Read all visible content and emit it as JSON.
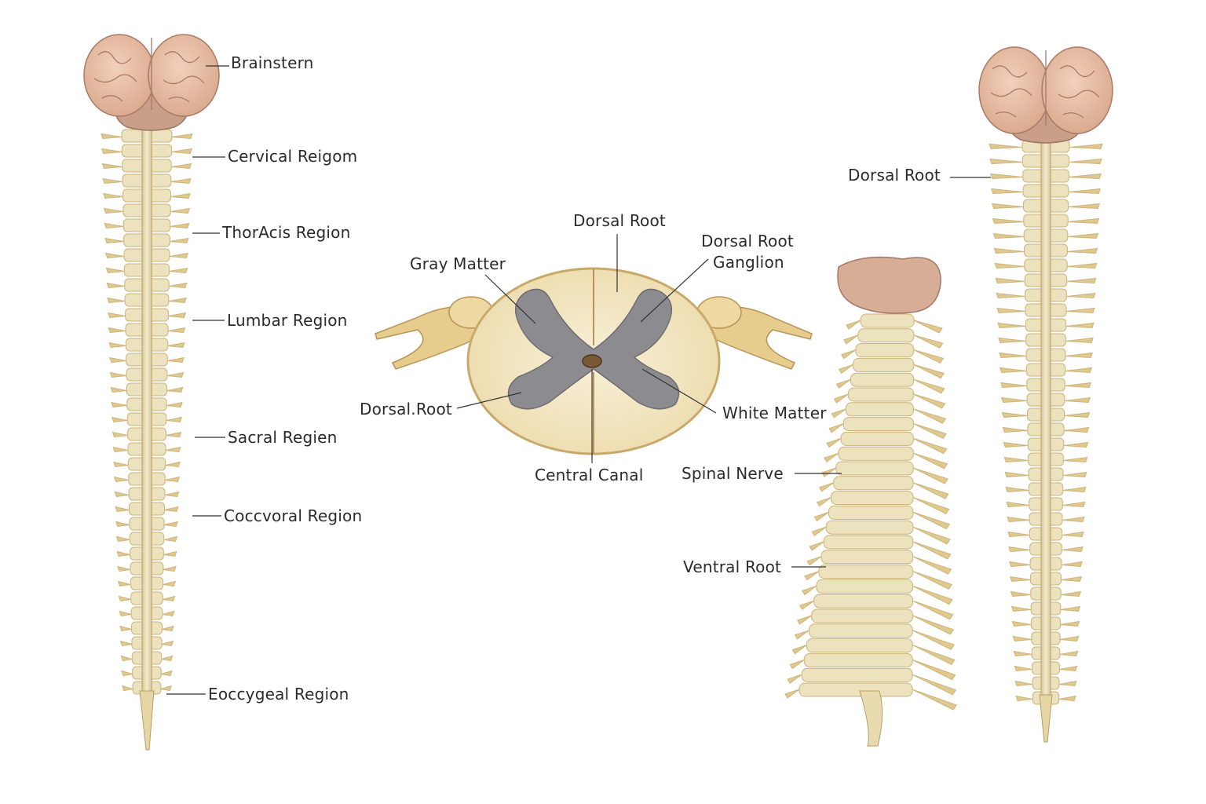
{
  "colors": {
    "bone": "#ece2bd",
    "bone_dark": "#cdb37a",
    "nerve": "#e0c98e",
    "brain": "#e3b9a0",
    "brainstem": "#caa08c",
    "gray_matter": "#8b8b8e",
    "white_matter": "#f5ecd0",
    "label": "#2b2b2b"
  },
  "left_figure": {
    "labels": {
      "brainstem": "Brainstern",
      "cervical": "Cervical Reigom",
      "thoracic": "ThorAcis Region",
      "lumbar": "Lumbar Region",
      "sacral": "Sacral Regien",
      "coccygeal_upper": "Coccvoral Region",
      "coccygeal_lower": "Eoccygeal Region"
    }
  },
  "cross_section": {
    "labels": {
      "dorsal_root_top": "Dorsal Root",
      "gray_matter": "Gray Matter",
      "dorsal_root_ganglion_line1": "Dorsal Root",
      "dorsal_root_ganglion_line2": "Ganglion",
      "dorsal_root_left": "Dorsal.Root",
      "white_matter": "White Matter",
      "central_canal": "Central Canal"
    }
  },
  "middle_spine": {
    "labels": {
      "spinal_nerve": "Spinal Nerve",
      "ventral_root": "Ventral Root"
    }
  },
  "right_figure": {
    "labels": {
      "dorsal_root": "Dorsal Root"
    }
  }
}
